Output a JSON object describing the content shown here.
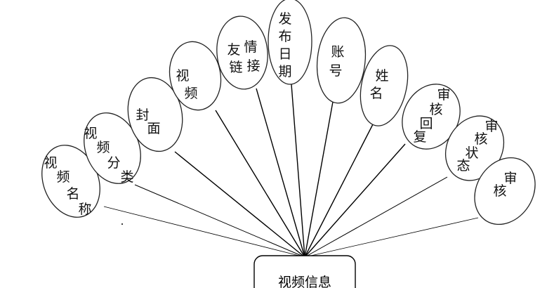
{
  "entity": {
    "label": "视频信息"
  },
  "attributes": [
    {
      "label": "视频名称"
    },
    {
      "label": "视频分类"
    },
    {
      "label": "封面"
    },
    {
      "label": "视频"
    },
    {
      "label": "友情链接"
    },
    {
      "label": "发布日期"
    },
    {
      "label": "账号"
    },
    {
      "label": "姓名"
    },
    {
      "label": "审核回复"
    },
    {
      "label": "审核状态"
    },
    {
      "label": "审核"
    }
  ]
}
